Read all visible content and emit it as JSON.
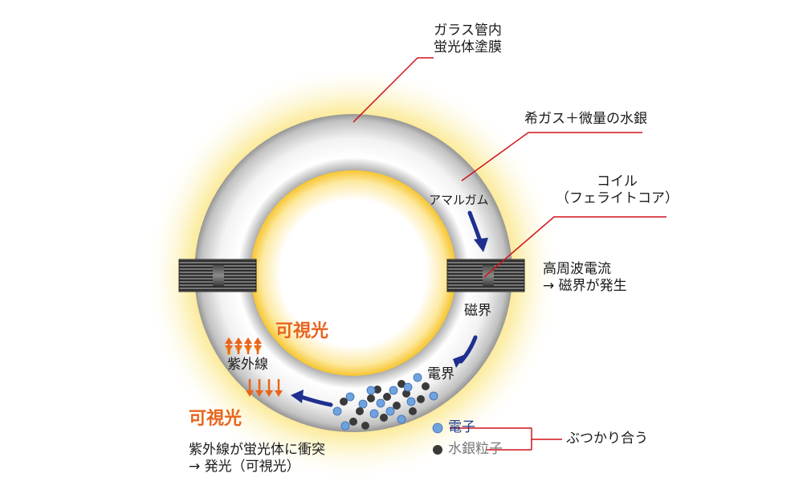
{
  "labels": {
    "glass_tube": [
      "ガラス管内",
      "蛍光体塗膜"
    ],
    "gas": "希ガス＋微量の水銀",
    "coil": [
      "コイル",
      "（フェライトコア）"
    ],
    "hf_current": [
      "高周波電流",
      "→ 磁界が発生"
    ],
    "amalgam": "アマルガム",
    "magnetic": "磁界",
    "electric": "電界",
    "uv": "紫外線",
    "visible_inner": "可視光",
    "visible_outer": "可視光",
    "uv_collision": [
      "紫外線が蛍光体に衝突",
      "→ 発光（可視光）"
    ],
    "electron": "電子",
    "mercury": "水銀粒子",
    "collide": "ぶつかり合う"
  },
  "colors": {
    "glow": "#f6c41a",
    "leader_line": "#d0121b",
    "arrow": "#1f2f8f",
    "electron": "#6fa3e0",
    "mercury": "#3a3a3a",
    "accent_orange": "#e8641c"
  }
}
